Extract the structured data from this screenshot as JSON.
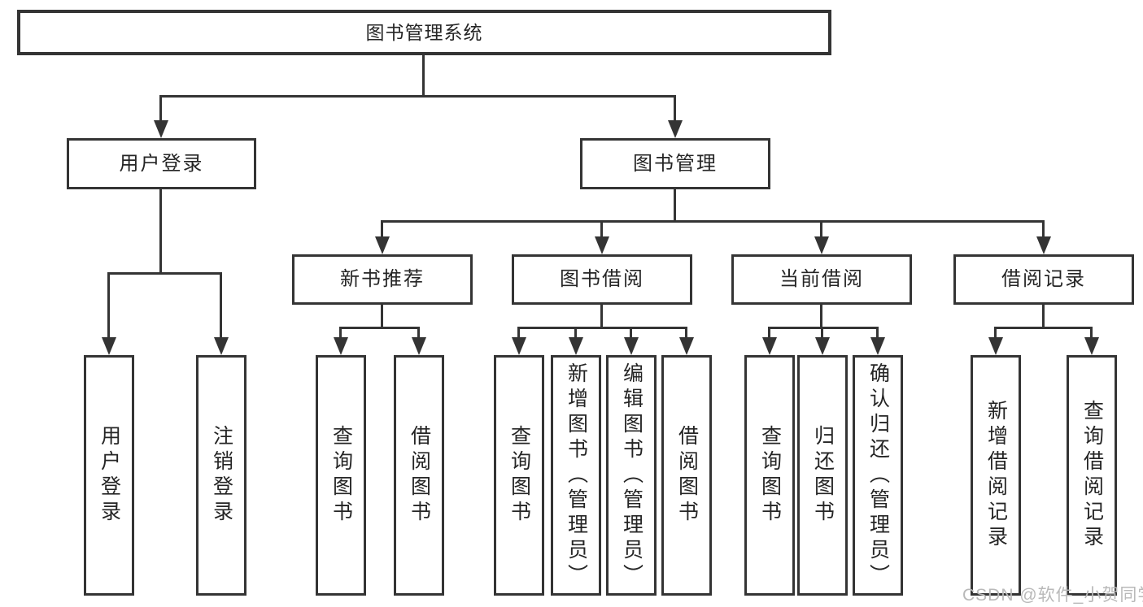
{
  "diagram": {
    "type": "hierarchy-tree",
    "title": "图书管理系统",
    "tree": {
      "label": "图书管理系统",
      "children": [
        {
          "label": "用户登录",
          "children": [
            {
              "label": "用户登录"
            },
            {
              "label": "注销登录"
            }
          ]
        },
        {
          "label": "图书管理",
          "children": [
            {
              "label": "新书推荐",
              "children": [
                {
                  "label": "查询图书"
                },
                {
                  "label": "借阅图书"
                }
              ]
            },
            {
              "label": "图书借阅",
              "children": [
                {
                  "label": "查询图书"
                },
                {
                  "label": "新增图书（管理员）"
                },
                {
                  "label": "编辑图书（管理员）"
                },
                {
                  "label": "借阅图书"
                }
              ]
            },
            {
              "label": "当前借阅",
              "children": [
                {
                  "label": "查询图书"
                },
                {
                  "label": "归还图书"
                },
                {
                  "label": "确认归还（管理员）"
                }
              ]
            },
            {
              "label": "借阅记录",
              "children": [
                {
                  "label": "新增借阅记录"
                },
                {
                  "label": "查询借阅记录"
                }
              ]
            }
          ]
        }
      ]
    }
  },
  "watermark": {
    "text": "CSDN @软件_小贺同学"
  },
  "colors": {
    "line": "#343434",
    "text": "#252525",
    "watermark": "#b9b9b9",
    "background": "#ffffff"
  }
}
